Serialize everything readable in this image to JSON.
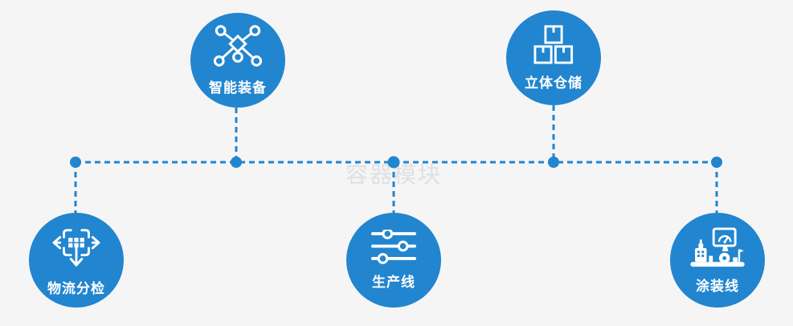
{
  "colors": {
    "primary_blue": "#2285cf",
    "background": "#f5f5f6",
    "icon_color": "#ffffff",
    "watermark_color": "#e0e0e4"
  },
  "watermark": {
    "text": "容器模块"
  },
  "nodes": [
    {
      "id": "smart-equipment",
      "label": "智能装备",
      "icon": "network-icon"
    },
    {
      "id": "warehouse",
      "label": "立体仓储",
      "icon": "boxes-icon"
    },
    {
      "id": "logistics-sorting",
      "label": "物流分检",
      "icon": "sorting-icon"
    },
    {
      "id": "production-line",
      "label": "生产线",
      "icon": "sliders-icon"
    },
    {
      "id": "painting-line",
      "label": "涂装线",
      "icon": "machine-icon"
    }
  ]
}
